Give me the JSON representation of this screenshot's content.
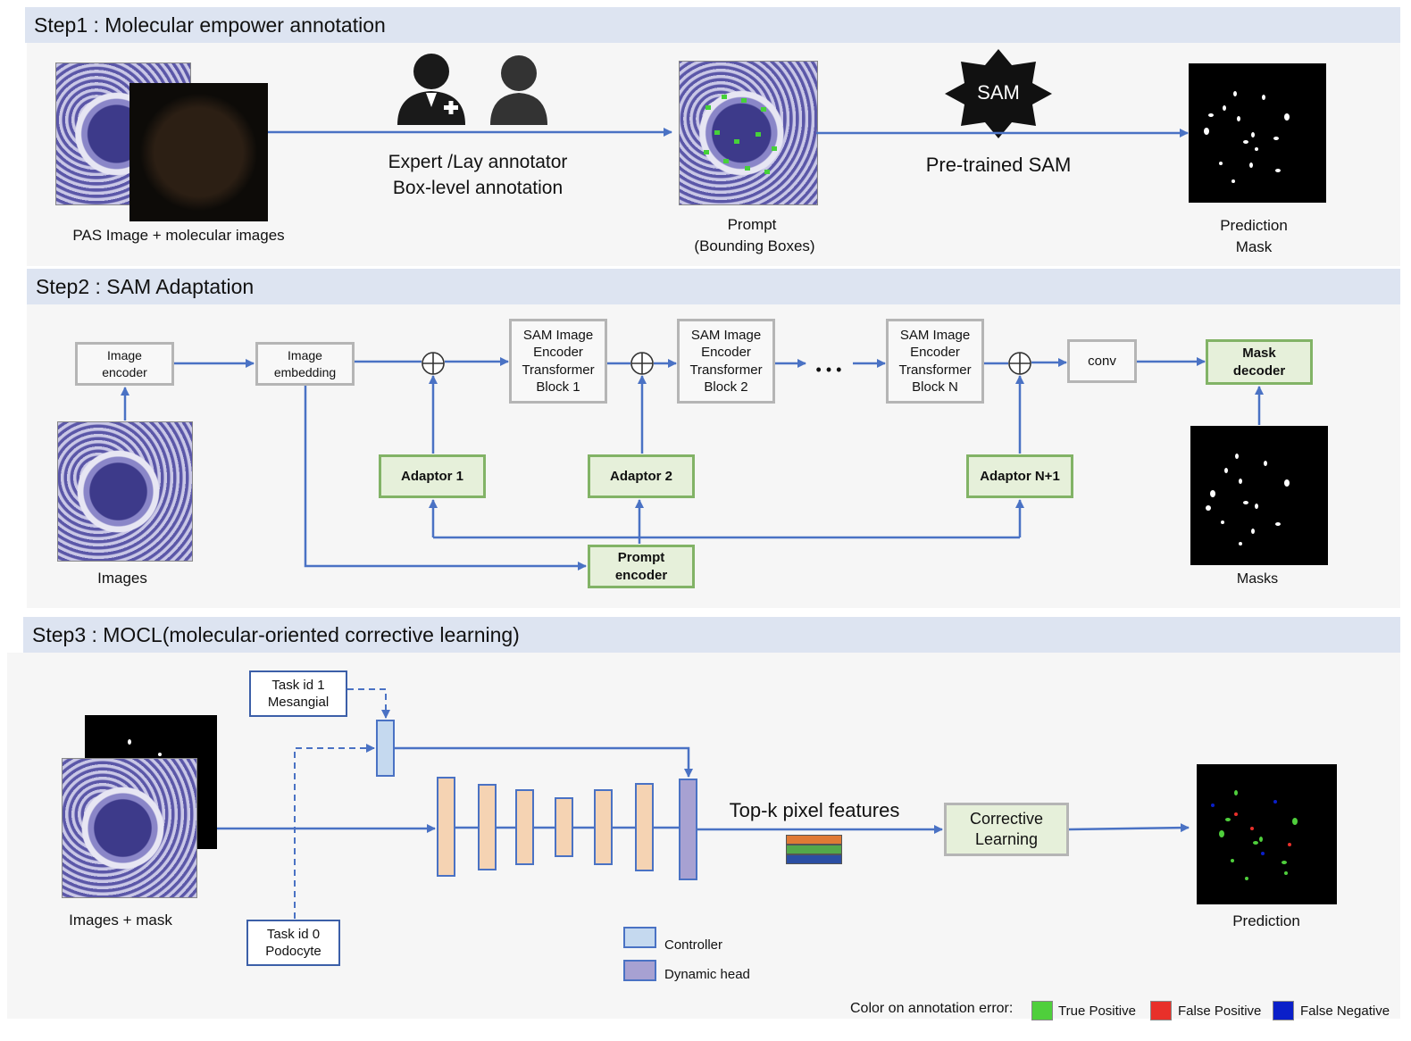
{
  "step1": {
    "header": "Step1 : Molecular empower annotation",
    "pas_label": "PAS  Image + molecular images",
    "annotator_line1": "Expert /Lay annotator",
    "annotator_line2": "Box-level annotation",
    "prompt_line1": "Prompt",
    "prompt_line2": "(Bounding Boxes)",
    "sam_badge": "SAM",
    "pretrained_label": "Pre-trained SAM",
    "prediction_line1": "Prediction",
    "prediction_line2": "Mask"
  },
  "step2": {
    "header": "Step2 : SAM Adaptation",
    "image_encoder": "Image\nencoder",
    "image_embedding": "Image\nembedding",
    "block1": "SAM Image\nEncoder\nTransformer\nBlock 1",
    "block2": "SAM Image\nEncoder\nTransformer\nBlock 2",
    "ellipsis": "• • •",
    "blockN": "SAM Image\nEncoder\nTransformer\nBlock N",
    "conv": "conv",
    "mask_decoder": "Mask\ndecoder",
    "adaptor1": "Adaptor 1",
    "adaptor2": "Adaptor 2",
    "adaptorN": "Adaptor N+1",
    "prompt_encoder": "Prompt\nencoder",
    "images_label": "Images",
    "masks_label": "Masks"
  },
  "step3": {
    "header": "Step3 : MOCL(molecular-oriented corrective learning)",
    "task1": "Task id 1\nMesangial",
    "task0": "Task id 0\nPodocyte",
    "images_mask_label": "Images + mask",
    "topk_label": "Top-k pixel features",
    "corrective": "Corrective\nLearning",
    "prediction_label": "Prediction",
    "legend_controller": "Controller",
    "legend_dynamic": "Dynamic head",
    "color_title": "Color on annotation error:",
    "tp": "True Positive",
    "fp": "False Positive",
    "fn": "False Negative"
  },
  "colors": {
    "arrow": "#4a72c4",
    "green_border": "#82b366",
    "green_fill": "#e6f0da",
    "encoder_block": "#f5d3b3",
    "controller": "#c5d9ef",
    "dynamic_head": "#a7a1d2",
    "true_positive": "#4fcf3c",
    "false_positive": "#e8302a",
    "false_negative": "#0a1fc9",
    "feature_orange": "#e07a35",
    "feature_green": "#54a84a",
    "feature_blue": "#2b4ea3"
  }
}
